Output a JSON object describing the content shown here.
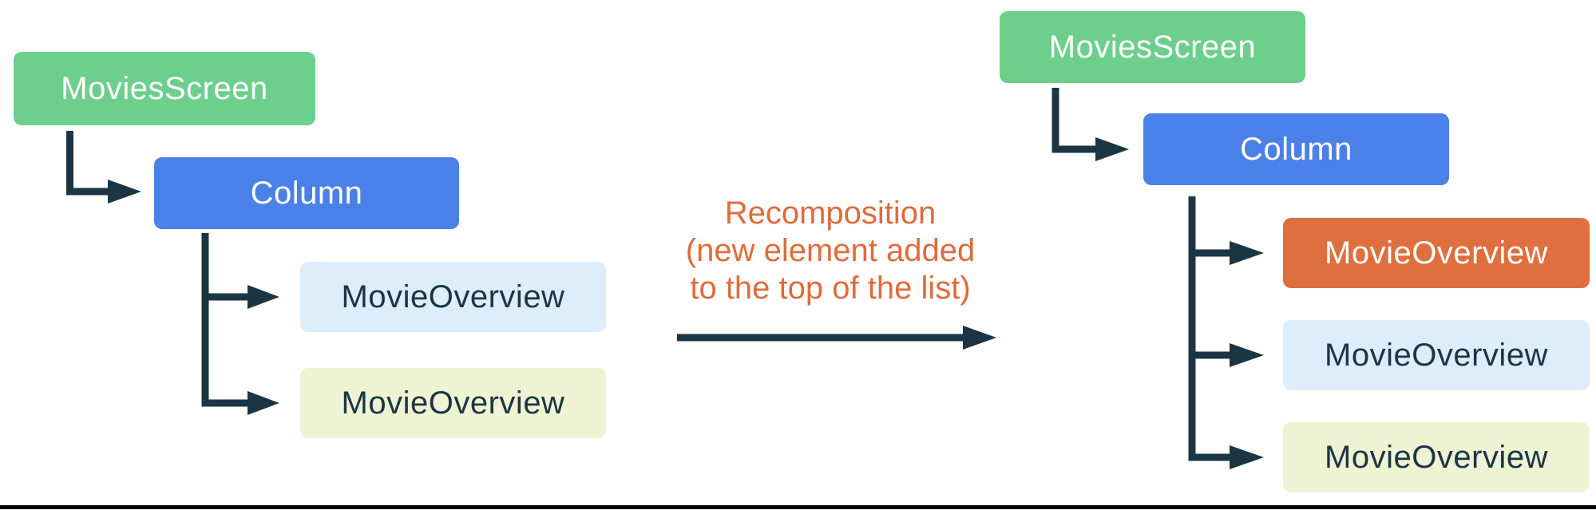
{
  "colors": {
    "screen_green": "#6DCF8C",
    "column_blue": "#4B80E8",
    "item_light_blue": "#DCEDFB",
    "item_light_yellow": "#EEF3D3",
    "item_new_orange": "#DF6F3E",
    "caption_orange": "#E06B3B",
    "connector_navy": "#1C3544",
    "dark_text": "#1C3544",
    "bottom_rule_black": "#000000"
  },
  "before_tree": {
    "nodes": [
      {
        "label": "MoviesScreen"
      },
      {
        "label": "Column"
      },
      {
        "label": "MovieOverview"
      },
      {
        "label": "MovieOverview"
      }
    ]
  },
  "transition": {
    "caption_line1": "Recomposition",
    "caption_line2": "(new element added",
    "caption_line3": "to the top of the list)"
  },
  "after_tree": {
    "nodes": [
      {
        "label": "MoviesScreen"
      },
      {
        "label": "Column"
      },
      {
        "label": "MovieOverview",
        "note": "new element added to top"
      },
      {
        "label": "MovieOverview"
      },
      {
        "label": "MovieOverview"
      }
    ]
  }
}
